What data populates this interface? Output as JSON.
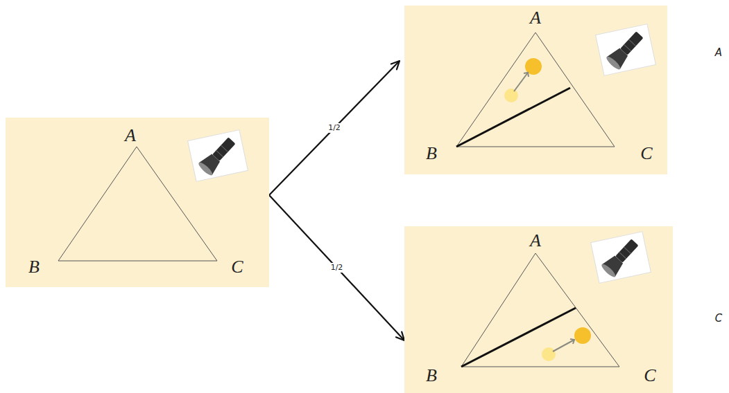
{
  "diagram": {
    "nodes": [
      {
        "text": [
          "A",
          "B",
          "C"
        ]
      },
      {
        "text": [
          "A",
          "B",
          "C"
        ]
      },
      {
        "text": [
          "A",
          "B",
          "C"
        ]
      }
    ],
    "edges": [
      {
        "from": 0,
        "to": 1,
        "arrow": "to",
        "label": "1/2"
      },
      {
        "from": 0,
        "to": 2,
        "arrow": "to",
        "label": "1/2"
      }
    ],
    "labels": [
      "A",
      "C"
    ]
  }
}
